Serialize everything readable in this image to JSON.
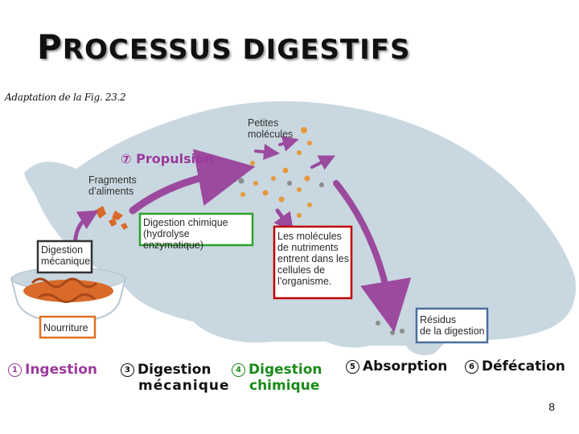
{
  "title": {
    "first": "P",
    "rest": "ROCESSUS DIGESTIFS"
  },
  "caption": "Adaptation de la Fig. 23.2",
  "labels": {
    "petites_molecules": [
      "Petites",
      "molécules"
    ],
    "fragments": [
      "Fragments",
      "d’aliments"
    ],
    "propulsion_num": "⑦",
    "propulsion": "Propulsion"
  },
  "boxes": {
    "digestion_mecanique": [
      "Digestion",
      "mécanique"
    ],
    "digestion_chimique": [
      "Digestion chimique",
      "(hydrolyse enzymatique)"
    ],
    "molecules": [
      "Les molécules",
      "de nutriments",
      "entrent dans les",
      "cellules de",
      "l’organisme."
    ],
    "nourriture": "Nourriture",
    "residus": [
      "Résidus",
      "de la digestion"
    ]
  },
  "colors": {
    "body": "#c9d7e0",
    "arrow": "#9b4a9e",
    "box_black": "#333333",
    "box_green": "#2ca02c",
    "box_red": "#c00000",
    "box_orange": "#e07020",
    "box_blue": "#4a6f9c",
    "text_purple": "#9b3a9b",
    "text_green": "#1a8a1a"
  },
  "steps": {
    "s1": {
      "num": "1",
      "label": "Ingestion"
    },
    "s3": {
      "num": "3",
      "label1": "Digestion",
      "label2": "mécanique"
    },
    "s4": {
      "num": "4",
      "label1": "Digestion",
      "label2": "chimique"
    },
    "s5": {
      "num": "5",
      "label": "Absorption"
    },
    "s6": {
      "num": "6",
      "label": "Défécation"
    }
  },
  "page_number": "8"
}
